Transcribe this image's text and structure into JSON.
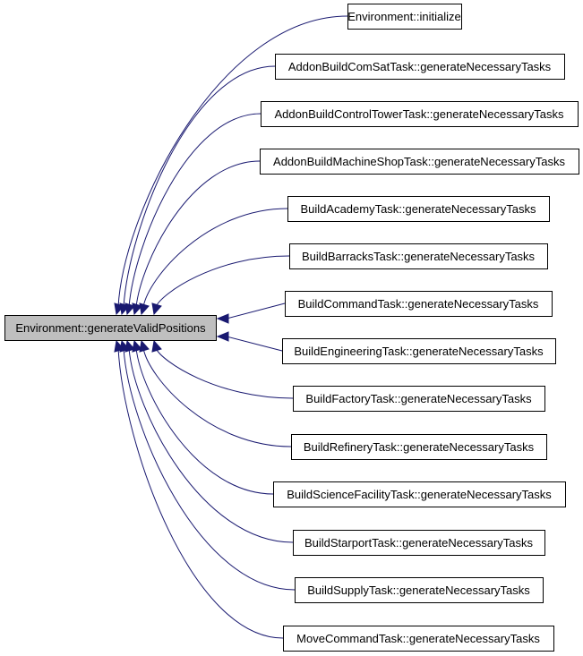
{
  "diagram": {
    "type": "doxygen-caller-graph",
    "edge_color": "#191970",
    "root": {
      "label": "Environment::generateValidPositions",
      "fill": "#bfbfbf"
    },
    "callers": [
      {
        "label": "Environment::initialize"
      },
      {
        "label": "AddonBuildComSatTask::generateNecessaryTasks"
      },
      {
        "label": "AddonBuildControlTowerTask::generateNecessaryTasks"
      },
      {
        "label": "AddonBuildMachineShopTask::generateNecessaryTasks"
      },
      {
        "label": "BuildAcademyTask::generateNecessaryTasks"
      },
      {
        "label": "BuildBarracksTask::generateNecessaryTasks"
      },
      {
        "label": "BuildCommandTask::generateNecessaryTasks"
      },
      {
        "label": "BuildEngineeringTask::generateNecessaryTasks"
      },
      {
        "label": "BuildFactoryTask::generateNecessaryTasks"
      },
      {
        "label": "BuildRefineryTask::generateNecessaryTasks"
      },
      {
        "label": "BuildScienceFacilityTask::generateNecessaryTasks"
      },
      {
        "label": "BuildStarportTask::generateNecessaryTasks"
      },
      {
        "label": "BuildSupplyTask::generateNecessaryTasks"
      },
      {
        "label": "MoveCommandTask::generateNecessaryTasks"
      }
    ]
  }
}
